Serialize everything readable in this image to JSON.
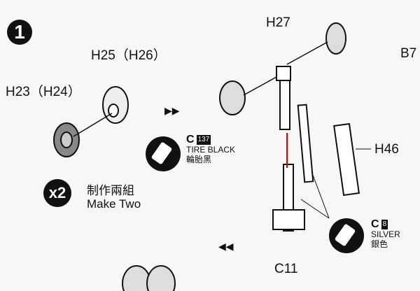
{
  "step_number": "1",
  "parts": {
    "h23": "H23（H24）",
    "h25": "H25（H26）",
    "h27": "H27",
    "h46": "H46",
    "b7": "B7",
    "c11": "C11"
  },
  "paint_tire": {
    "code": "C",
    "number": "137",
    "name": "TIRE BLACK",
    "name_zh": "輪胎黑"
  },
  "paint_silver": {
    "code": "C",
    "number": "8",
    "name": "SILVER",
    "name_zh": "銀色"
  },
  "make_two": {
    "count": "x2",
    "zh": "制作兩組",
    "en": "Make Two"
  }
}
